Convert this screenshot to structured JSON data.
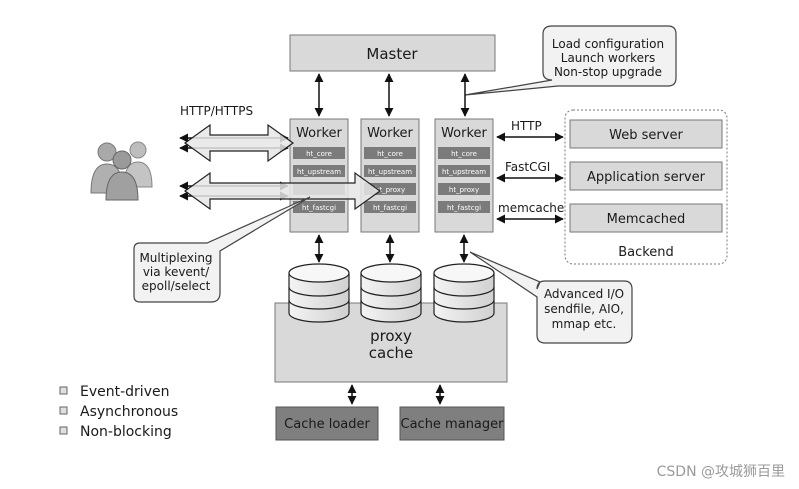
{
  "master": {
    "label": "Master"
  },
  "callouts": {
    "master_note": [
      "Load configuration",
      "Launch workers",
      "Non-stop upgrade"
    ],
    "multiplexing": [
      "Multiplexing",
      "via kevent/",
      "epoll/select"
    ],
    "advanced_io": [
      "Advanced I/O",
      "sendfile, AIO,",
      "mmap etc."
    ]
  },
  "http_https_label": "HTTP/HTTPS",
  "workers": [
    {
      "title": "Worker",
      "modules": [
        "ht_core",
        "ht_upstream",
        "",
        "ht_fastcgi"
      ]
    },
    {
      "title": "Worker",
      "modules": [
        "ht_core",
        "ht_upstream",
        "ht_proxy",
        "ht_fastcgi"
      ]
    },
    {
      "title": "Worker",
      "modules": [
        "ht_core",
        "ht_upstream",
        "ht_proxy",
        "ht_fastcgi"
      ]
    }
  ],
  "protocols": [
    "HTTP",
    "FastCGI",
    "memcache"
  ],
  "backend": {
    "servers": [
      "Web server",
      "Application server",
      "Memcached"
    ],
    "label": "Backend"
  },
  "proxy_cache": {
    "line1": "proxy",
    "line2": "cache"
  },
  "cache_loader": "Cache loader",
  "cache_manager": "Cache manager",
  "legend": [
    "Event-driven",
    "Asynchronous",
    "Non-blocking"
  ],
  "watermark": "CSDN @攻城狮百里",
  "colors": {
    "box_fill": "#d9d9d9",
    "module_fill": "#7b7b7b",
    "cache_dark": "#7f7f7f",
    "stroke": "#555555"
  }
}
